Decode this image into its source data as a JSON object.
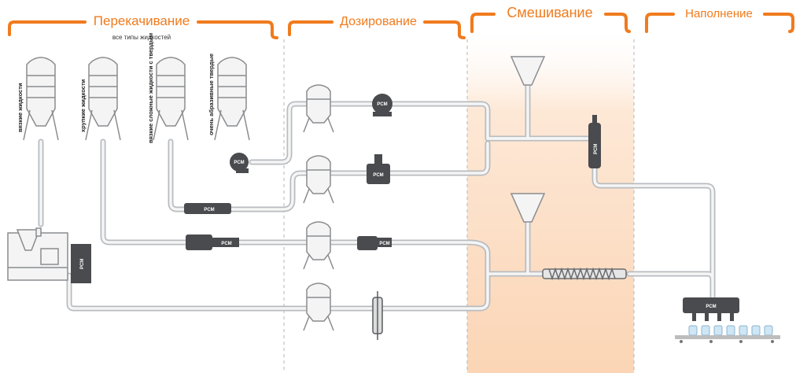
{
  "colors": {
    "accent": "#f07b1d",
    "pipe_outer": "#b8bcc0",
    "pipe_inner": "#f2f2f2",
    "equipment_fill": "#f4f4f4",
    "equipment_stroke": "#8a8c8f",
    "pump_dark": "#4a4b4e",
    "mix_band": "#fde8d6"
  },
  "stages": [
    {
      "label": "Перекачивание",
      "sublabel": "все типы жидкостей"
    },
    {
      "label": "Дозирование"
    },
    {
      "label": "Смешивание"
    },
    {
      "label": "Наполнение"
    }
  ],
  "tank_labels": [
    "вязкие жидкости",
    "хрупкие жидкости",
    "вязкие сложные жидкости с твердым",
    "очень абразивные твердые"
  ],
  "brand": "PCM",
  "icons": [
    "tank-icon",
    "hopper-icon",
    "pump-icon",
    "filling-nozzle-icon",
    "bottle-icon"
  ]
}
